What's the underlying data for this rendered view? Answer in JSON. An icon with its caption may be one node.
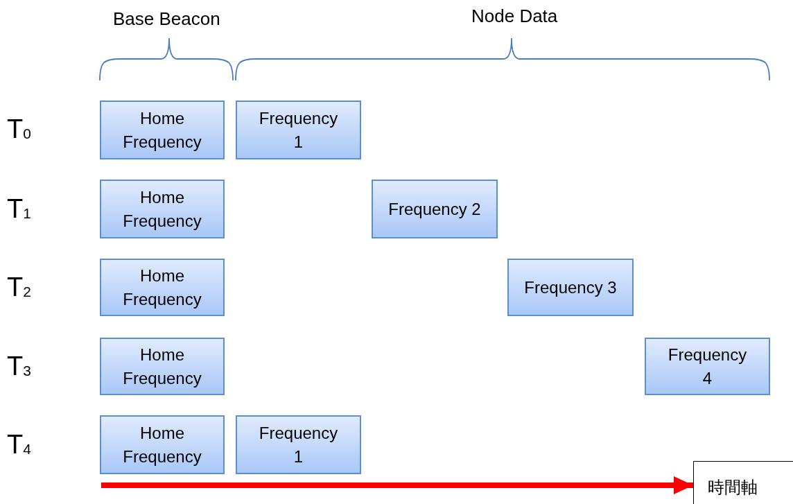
{
  "diagram": {
    "nodes": [
      {
        "text": [
          "Home Frequency"
        ]
      },
      {
        "text": [
          "Frequency 1"
        ]
      },
      {
        "text": [
          "Home Frequency"
        ]
      },
      {
        "text": [
          "Frequency 2"
        ]
      },
      {
        "text": [
          "Home Frequency"
        ]
      },
      {
        "text": [
          "Frequency 3"
        ]
      },
      {
        "text": [
          "Home Frequency"
        ]
      },
      {
        "text": [
          "Frequency 4"
        ]
      },
      {
        "text": [
          "Home Frequency"
        ]
      },
      {
        "text": [
          "Frequency 1"
        ]
      },
      {
        "text": [
          "時間軸"
        ]
      }
    ],
    "edges": [
      {
        "from": null,
        "to": 10,
        "arrow": "to"
      }
    ],
    "labels": [
      "Base Beacon",
      "Node Data",
      "T$_{0}$",
      "T$_{1}$",
      "T$_{2}$",
      "T$_{3}$",
      "T$_{4}$"
    ]
  }
}
